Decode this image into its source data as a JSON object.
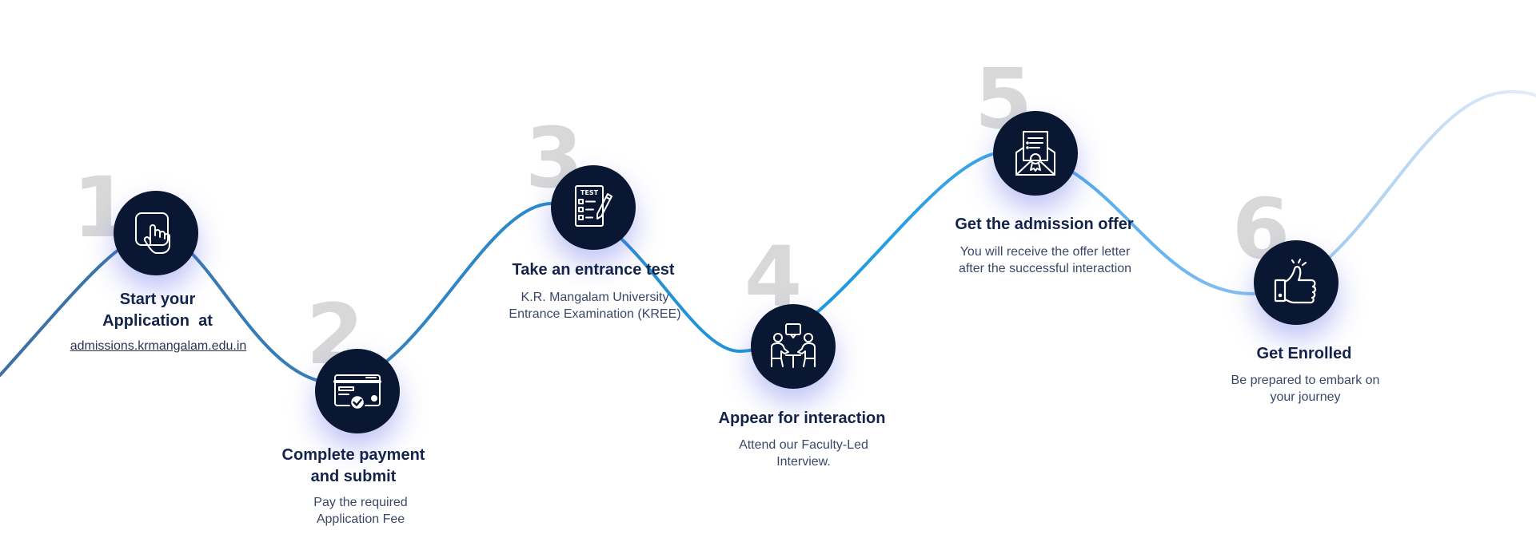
{
  "steps": [
    {
      "number": "1",
      "icon": "hand-pointer-icon",
      "title_line1": "Start your",
      "title_line2": "Application  at",
      "link": "admissions.krmangalam.edu.in"
    },
    {
      "number": "2",
      "icon": "credit-card-check-icon",
      "title_line1": "Complete payment",
      "title_line2": "and submit",
      "desc_line1": "Pay the required",
      "desc_line2": "Application Fee"
    },
    {
      "number": "3",
      "icon": "test-sheet-icon",
      "title_line1": "Take an entrance test",
      "desc_line1": "K.R. Mangalam University",
      "desc_line2": "Entrance Examination (KREE)"
    },
    {
      "number": "4",
      "icon": "interview-icon",
      "title_line1": "Appear for interaction",
      "desc_line1": "Attend our Faculty-Led",
      "desc_line2": "Interview."
    },
    {
      "number": "5",
      "icon": "offer-letter-icon",
      "title_line1": "Get the admission offer",
      "desc_line1": "You will receive the offer letter",
      "desc_line2": "after the successful interaction"
    },
    {
      "number": "6",
      "icon": "thumbs-up-icon",
      "title_line1": "Get Enrolled",
      "desc_line1": "Be prepared to embark on",
      "desc_line2": "your journey"
    }
  ],
  "colors": {
    "circle": "#0a1733",
    "number": "#d8d8d8",
    "line_dark": "#3e6fa5",
    "line_mid": "#1e8fd6",
    "line_light": "#cfe2f7"
  }
}
